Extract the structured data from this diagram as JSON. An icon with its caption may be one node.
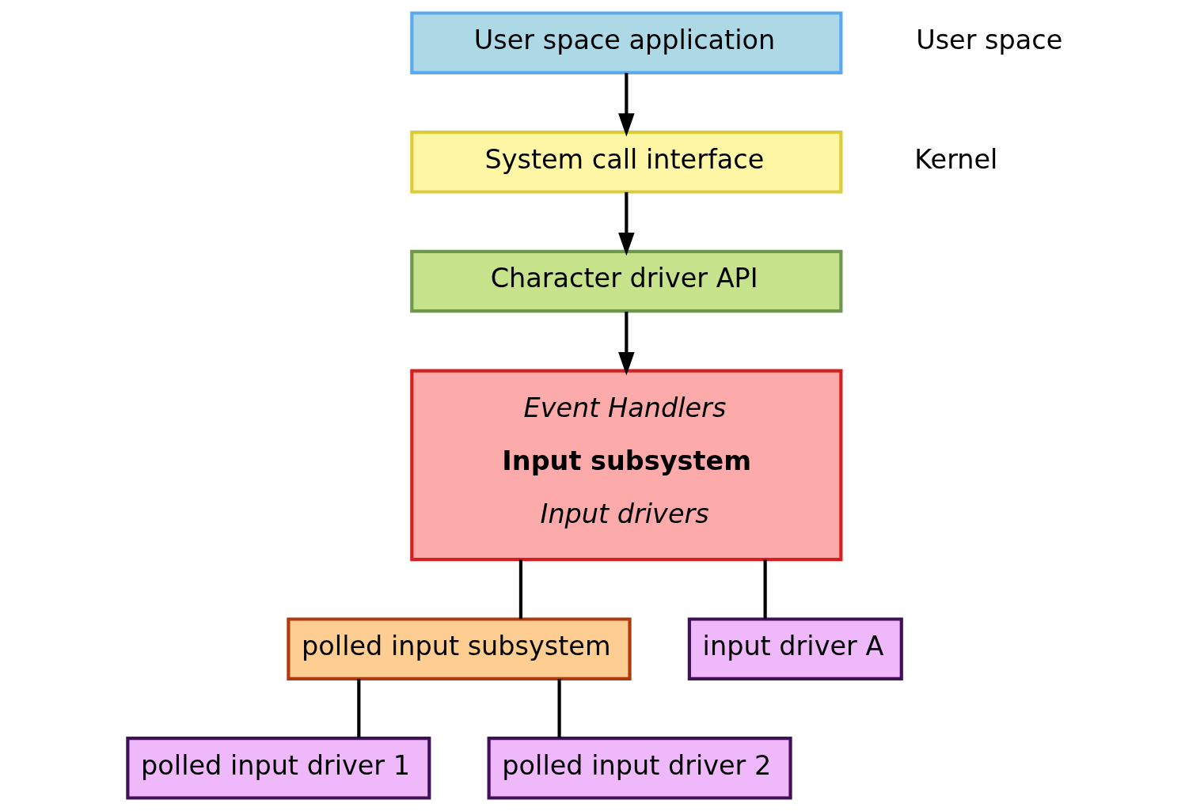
{
  "diagram": {
    "nodes": [
      {
        "text": [
          "User space application"
        ]
      },
      {
        "text": [
          "System call interface"
        ]
      },
      {
        "text": [
          "Character driver API"
        ]
      },
      {
        "text": [
          "Event Handlers",
          "Input subsystem",
          "Input drivers"
        ]
      },
      {
        "text": [
          "polled input subsystem"
        ]
      },
      {
        "text": [
          "polled input driver 1"
        ]
      },
      {
        "text": [
          "polled input driver 2"
        ]
      },
      {
        "text": [
          "input driver A"
        ]
      }
    ],
    "edges": [
      {
        "from": 0,
        "to": 1,
        "arrow": "to"
      },
      {
        "from": 1,
        "to": 2,
        "arrow": "to"
      },
      {
        "from": 2,
        "to": 3,
        "arrow": "to"
      },
      {
        "from": 3,
        "to": 4,
        "arrow": "none"
      },
      {
        "from": 4,
        "to": 5,
        "arrow": "none"
      },
      {
        "from": 4,
        "to": 6,
        "arrow": "none"
      },
      {
        "from": 3,
        "to": 7,
        "arrow": "none"
      }
    ],
    "labels": [
      "User space",
      "Kernel"
    ]
  }
}
